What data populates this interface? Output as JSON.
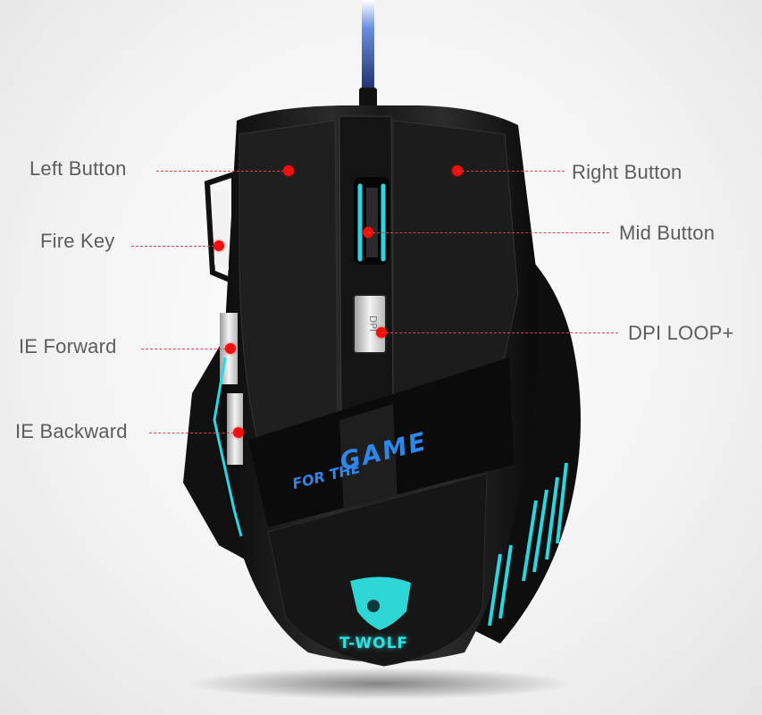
{
  "product": {
    "type": "gaming mouse",
    "brand": "T-WOLF",
    "slogan_line1": "FOR THE",
    "slogan_line2": "GAME",
    "dpi_button_text": "DPI",
    "accent_colors": {
      "led_cyan": "#2fe0e0",
      "slogan_blue": "#2f86e8",
      "marker_red": "#f01010",
      "body_black": "#141414"
    }
  },
  "callouts": {
    "left": [
      {
        "id": "left-button",
        "label": "Left Button"
      },
      {
        "id": "fire-key",
        "label": "Fire Key"
      },
      {
        "id": "ie-forward",
        "label": "IE Forward"
      },
      {
        "id": "ie-backward",
        "label": "IE Backward"
      }
    ],
    "right": [
      {
        "id": "right-button",
        "label": "Right Button"
      },
      {
        "id": "mid-button",
        "label": "Mid Button"
      },
      {
        "id": "dpi-loop",
        "label": "DPI LOOP+"
      }
    ]
  }
}
